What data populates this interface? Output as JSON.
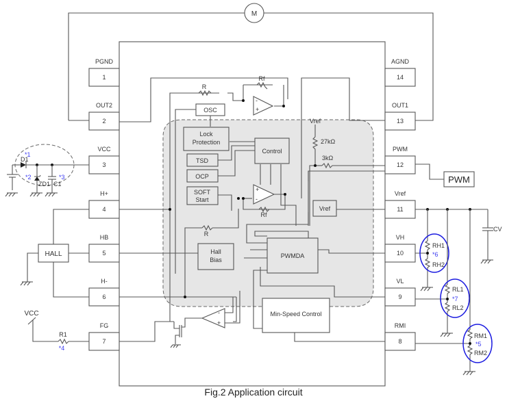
{
  "caption": "Fig.2 Application circuit",
  "motor_label": "M",
  "pins_left": [
    {
      "number": "1",
      "name": "PGND"
    },
    {
      "number": "2",
      "name": "OUT2"
    },
    {
      "number": "3",
      "name": "VCC"
    },
    {
      "number": "4",
      "name": "H+"
    },
    {
      "number": "5",
      "name": "HB"
    },
    {
      "number": "6",
      "name": "H-"
    },
    {
      "number": "7",
      "name": "FG"
    }
  ],
  "pins_right": [
    {
      "number": "14",
      "name": "AGND"
    },
    {
      "number": "13",
      "name": "OUT1"
    },
    {
      "number": "12",
      "name": "PWM"
    },
    {
      "number": "11",
      "name": "Vref"
    },
    {
      "number": "10",
      "name": "VH"
    },
    {
      "number": "9",
      "name": "VL"
    },
    {
      "number": "8",
      "name": "RMI"
    }
  ],
  "internal_blocks": {
    "osc": "OSC",
    "lock_line1": "Lock",
    "lock_line2": "Protection",
    "control": "Control",
    "tsd": "TSD",
    "ocp": "OCP",
    "soft_line1": "SOFT",
    "soft_line2": "Start",
    "hall_bias_line1": "Hall",
    "hall_bias_line2": "Bias",
    "pwmda": "PWMDA",
    "vref_block": "Vref",
    "min_speed": "Min-Speed Control",
    "vref_label": "Vref",
    "r27k": "27kΩ",
    "r3k": "3kΩ",
    "r_top": "R",
    "rf_top": "Rf",
    "rf_bottom": "Rf",
    "r_mid": "R"
  },
  "external": {
    "hall": "HALL",
    "pwm_source": "PWM",
    "vcc_fg": "VCC",
    "r1": "R1",
    "d1": "D1",
    "zd1": "ZD1",
    "c1": "C1",
    "cv": "CV",
    "rh1": "RH1",
    "rh2": "RH2",
    "rl1": "RL1",
    "rl2": "RL2",
    "rm1": "RM1",
    "rm2": "RM2"
  },
  "notes": {
    "n1": "*1",
    "n2": "*2",
    "n3": "*3",
    "n4": "*4",
    "n5": "*5",
    "n6": "*6",
    "n7": "*7"
  }
}
